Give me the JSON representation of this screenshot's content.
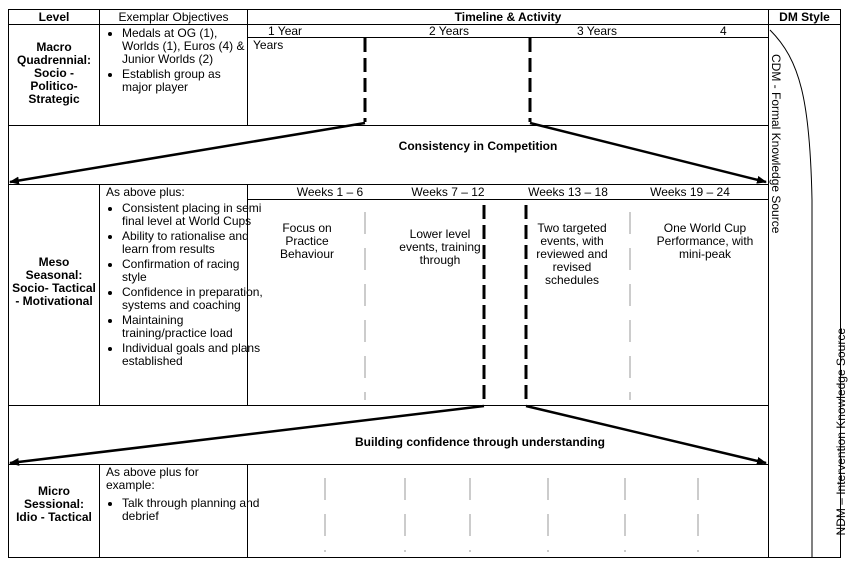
{
  "header": {
    "level": "Level",
    "objectives": "Exemplar Objectives",
    "timeline": "Timeline & Activity",
    "dm_style": "DM Style"
  },
  "macro": {
    "label": "Macro Quadrennial: Socio - Politico- Strategic",
    "objectives": [
      "Medals at OG (1), Worlds (1), Euros (4) & Junior Worlds (2)",
      "Establish group as major player"
    ],
    "year1": "1 Year",
    "years": "Years",
    "year2": "2 Years",
    "year3": "3 Years",
    "year4": "4"
  },
  "band1": {
    "label": "Consistency in Competition"
  },
  "meso": {
    "label": "Meso Seasonal: Socio- Tactical - Motivational",
    "intro": "As above plus:",
    "objectives": [
      "Consistent placing in semi final level at World Cups",
      "Ability to rationalise and learn from results",
      "Confirmation of racing style",
      "Confidence in preparation, systems and coaching",
      "Maintaining training/practice load",
      "Individual goals and plans established"
    ],
    "weeks": [
      "Weeks 1 – 6",
      "Weeks 7 – 12",
      "Weeks 13 – 18",
      "Weeks 19 – 24"
    ],
    "activities": [
      "Focus on Practice Behaviour",
      "Lower level events, training through",
      "Two targeted events, with reviewed and revised schedules",
      "One World Cup Performance, with mini-peak"
    ]
  },
  "band2": {
    "label": "Building confidence through understanding"
  },
  "micro": {
    "label": "Micro Sessional: Idio - Tactical",
    "intro": "As above plus for example:",
    "objectives": [
      "Talk through planning and debrief"
    ]
  },
  "dm": {
    "cdm": "CDM - Formal Knowledge Source",
    "ndm": "NDM – Intervention Knowledge Source"
  }
}
